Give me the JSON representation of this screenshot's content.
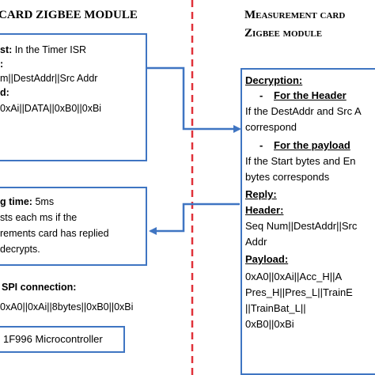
{
  "colors": {
    "box_border": "#3f75c2",
    "arrow": "#3f75c2",
    "divider": "#e0323a"
  },
  "left": {
    "title": "CARD ZIGBEE MODULE",
    "box1": {
      "l1_bold": "st:",
      "l1_text": "In the Timer ISR",
      "l2_bold": ":",
      "l3_text": "m||DestAddr||Src Addr",
      "l4_bold": "d:",
      "l5_text": "0xAi||DATA||0xB0||0xBi"
    },
    "box2": {
      "l1_bold": "g time:",
      "l1_text": "5ms",
      "l2_text": "sts each ms if the",
      "l3_text": "rements card has replied",
      "l4_text": "decrypts."
    },
    "spi": {
      "l1_bold": "SPI connection:",
      "l2_text": "0xA0||0xAi||8bytes||0xB0||0xBi"
    },
    "micro": {
      "label": "1F996 Microcontroller"
    }
  },
  "right": {
    "title_line1": "Measurement card",
    "title_line2": "Zigbee module",
    "box": {
      "decryption": "Decryption:",
      "dash1": "-",
      "for_header": "For the Header",
      "header_text1": "If the DestAddr and Src A",
      "header_text2": "correspond",
      "dash2": "-",
      "for_payload": "For the payload",
      "payload_text1": "If the Start bytes and En",
      "payload_text2": "bytes corresponds",
      "reply": "Reply:",
      "header_label": "Header:",
      "header_v1": "Seq Num||DestAddr||Src",
      "header_v2": "Addr",
      "payload_label": "Payload:",
      "payload_v1": "0xA0||0xAi||Acc_H||A",
      "payload_v2": "Pres_H||Pres_L||TrainE",
      "payload_v3": "||TrainBat_L||",
      "payload_v4": "0xB0||0xBi"
    }
  }
}
